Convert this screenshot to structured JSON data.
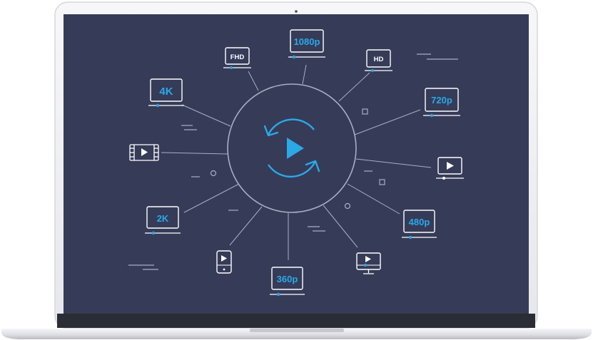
{
  "colors": {
    "screen_bg": "#363b58",
    "line": "#a9aec4",
    "icon_outline": "#ffffff",
    "accent": "#2aa9e8",
    "bezel": "#f4f4f6",
    "bezel_edge": "#d8d9de",
    "base": "#e9e9ec",
    "hinge": "#2b2d36"
  },
  "center": {
    "icon": "play-convert-icon"
  },
  "devices": {
    "res_1080p": {
      "label": "1080p",
      "icon": "monitor-icon"
    },
    "res_fhd": {
      "label": "FHD",
      "icon": "monitor-icon"
    },
    "res_hd": {
      "label": "HD",
      "icon": "monitor-icon"
    },
    "res_4k": {
      "label": "4K",
      "icon": "monitor-icon"
    },
    "res_720p": {
      "label": "720p",
      "icon": "monitor-icon"
    },
    "res_2k": {
      "label": "2K",
      "icon": "monitor-icon"
    },
    "res_480p": {
      "label": "480p",
      "icon": "monitor-icon"
    },
    "res_360p": {
      "label": "360p",
      "icon": "monitor-icon"
    },
    "video_film": {
      "icon": "film-strip-play-icon"
    },
    "video_screen": {
      "icon": "screen-play-icon"
    },
    "video_phone": {
      "icon": "phone-play-icon"
    },
    "video_desktop": {
      "icon": "desktop-play-icon"
    }
  }
}
